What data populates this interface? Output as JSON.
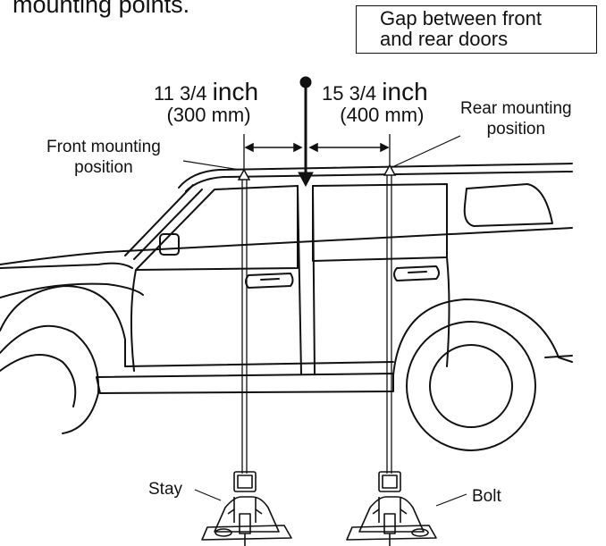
{
  "header": {
    "text": "mounting points."
  },
  "gap_box": {
    "line1": "Gap between front",
    "line2": "and rear doors"
  },
  "front_dimension": {
    "value": "11 3/4",
    "unit": "inch",
    "metric": "(300 mm)"
  },
  "rear_dimension": {
    "value": "15 3/4",
    "unit": "inch",
    "metric": "(400 mm)"
  },
  "labels": {
    "front_mount_line1": "Front mounting",
    "front_mount_line2": "position",
    "rear_mount_line1": "Rear mounting",
    "rear_mount_line2": "position",
    "stay": "Stay",
    "bolt": "Bolt"
  }
}
